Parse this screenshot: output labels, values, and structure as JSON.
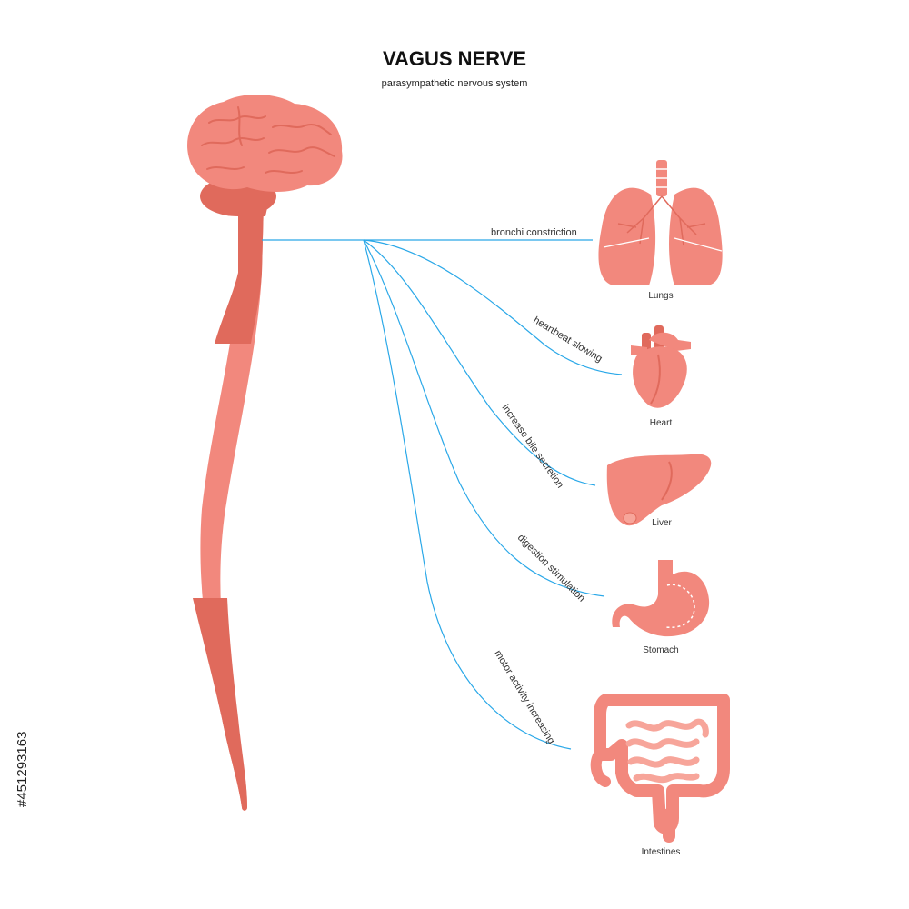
{
  "title": "VAGUS NERVE",
  "subtitle": "parasympathetic nervous system",
  "colors": {
    "tissue": "#f2887d",
    "tissue_dark": "#e06a5c",
    "tissue_light": "#f7a59a",
    "nerve_line": "#2aa8e8",
    "organ_detail": "#ffffff"
  },
  "effects": [
    "bronchi constriction",
    "heartbeat slowing",
    "increase bile secretion",
    "digestion stimulation",
    "motor activity increasing"
  ],
  "organs": [
    {
      "name": "Lungs",
      "icon": "lungs-icon"
    },
    {
      "name": "Heart",
      "icon": "heart-icon"
    },
    {
      "name": "Liver",
      "icon": "liver-icon"
    },
    {
      "name": "Stomach",
      "icon": "stomach-icon"
    },
    {
      "name": "Intestines",
      "icon": "intestines-icon"
    }
  ],
  "stock_id": "#451293163"
}
